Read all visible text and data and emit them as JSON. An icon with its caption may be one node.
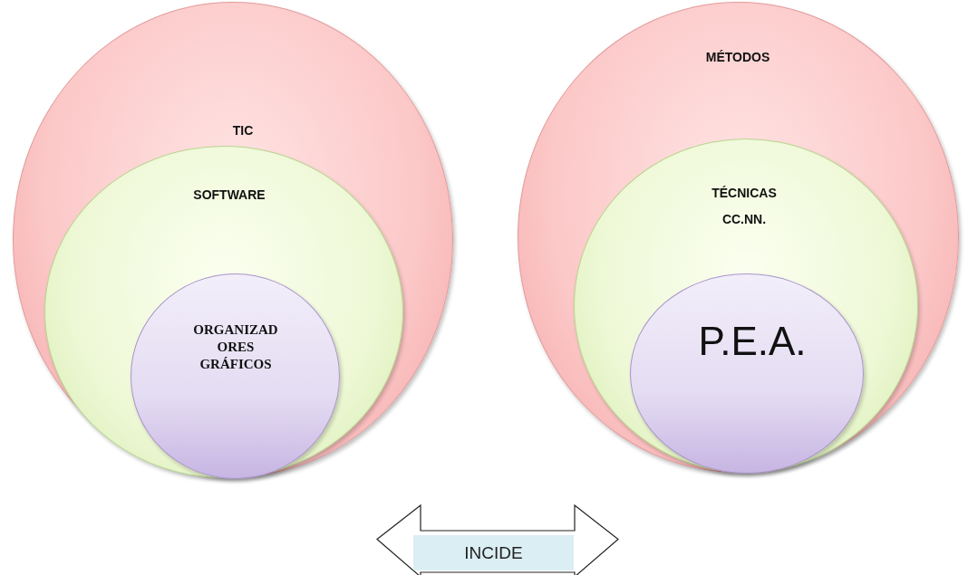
{
  "diagram": {
    "nodes": [
      {
        "text": [
          "TIC"
        ]
      },
      {
        "text": [
          "SOFTWARE"
        ],
        "in": 0
      },
      {
        "text": [
          "ORGANIZADORES GRÁFICOS"
        ],
        "in": 1
      },
      {
        "text": [
          "MÉTODOS"
        ]
      },
      {
        "text": [
          "TÉCNICAS CC.NN."
        ],
        "in": 3
      },
      {
        "text": [
          "P.E.A."
        ],
        "in": 4
      },
      {
        "text": [
          "INCIDE"
        ]
      }
    ]
  }
}
